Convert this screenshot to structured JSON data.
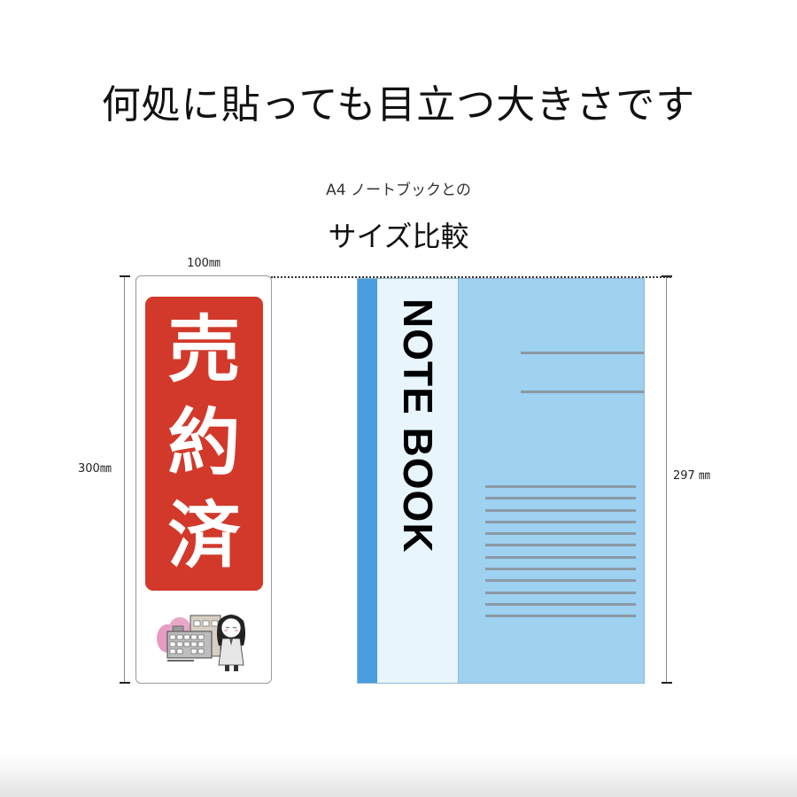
{
  "headline": "何処に貼っても目立つ大きさです",
  "comparison": {
    "subtitle_small": "A4 ノートブックとの",
    "subtitle_large": "サイズ比較"
  },
  "sign": {
    "characters": [
      "売",
      "約",
      "済"
    ],
    "width_label": "100㎜",
    "height_label": "300㎜",
    "red_color": "#d2392a",
    "illustration": "school-building-and-girl-bowing"
  },
  "notebook": {
    "title": "NOTE BOOK",
    "height_label": "297 ㎜",
    "cover_color": "#9fd1f0",
    "spine_color": "#4a9ee0",
    "label_color": "#e8f5fc",
    "upper_rule_count": 2,
    "lower_rule_count": 12
  }
}
